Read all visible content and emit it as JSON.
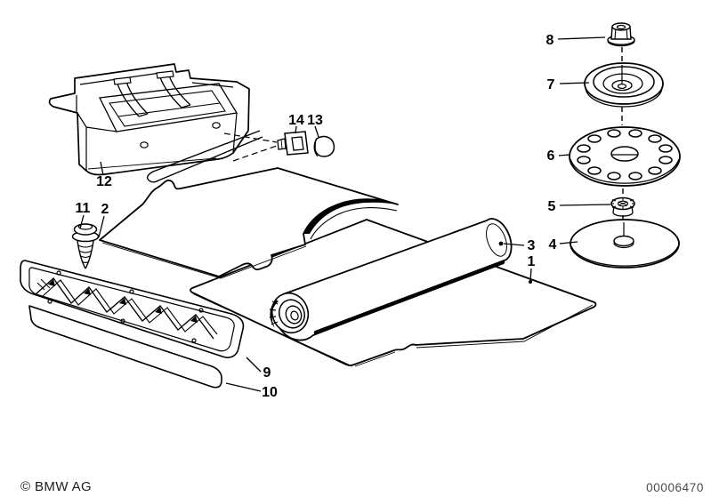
{
  "diagram": {
    "copyright": "© BMW AG",
    "image_number": "00006470",
    "callouts": {
      "c1": "1",
      "c2": "2",
      "c3": "3",
      "c4": "4",
      "c5": "5",
      "c6": "6",
      "c7": "7",
      "c8": "8",
      "c9": "9",
      "c10": "10",
      "c11": "11",
      "c12": "12",
      "c13": "13",
      "c14": "14"
    }
  },
  "colors": {
    "line": "#000000",
    "background": "#ffffff",
    "image_number_text": "#4a4a4a"
  }
}
